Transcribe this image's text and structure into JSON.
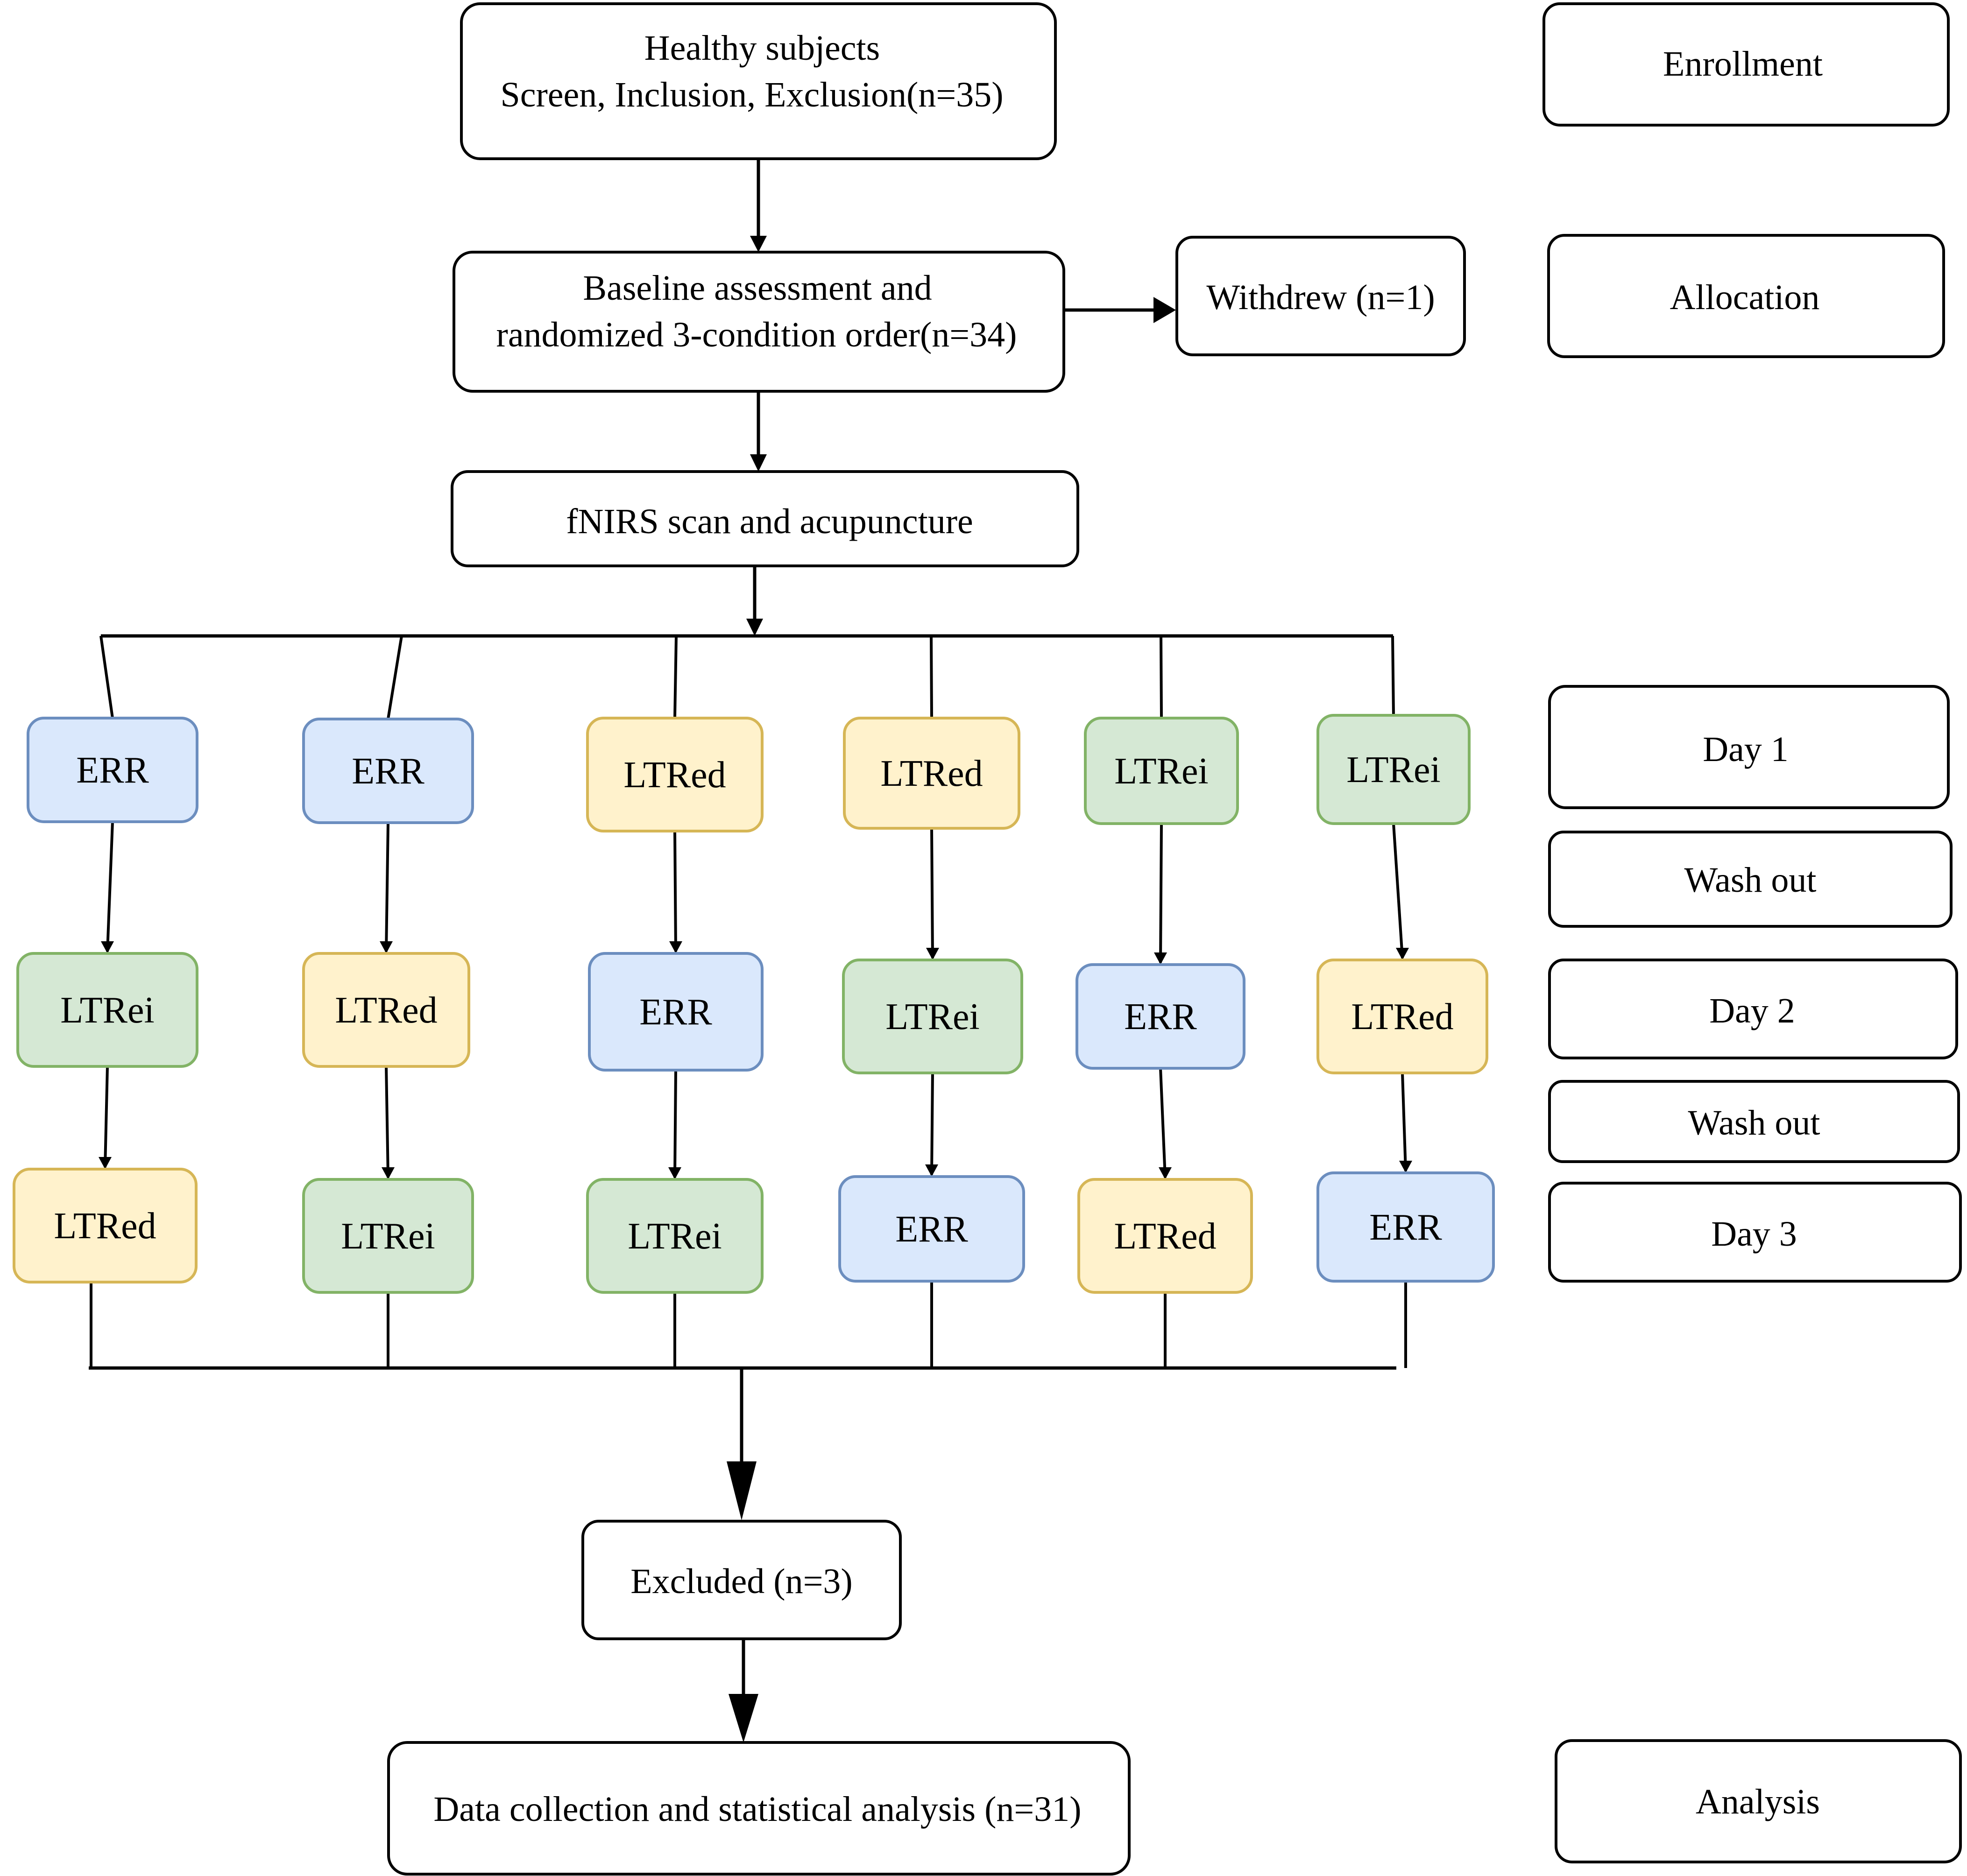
{
  "flow": {
    "enrollment_box": {
      "line1": "Healthy subjects",
      "line2": "Screen, Inclusion, Exclusion(n=35)"
    },
    "baseline_box": {
      "line1": "Baseline assessment and",
      "line2": "randomized 3-condition order(n=34)"
    },
    "withdrew_box": "Withdrew (n=1)",
    "scan_box": "fNIRS scan and acupuncture",
    "excluded_box": "Excluded (n=3)",
    "analysis_box": "Data collection and statistical analysis (n=31)"
  },
  "sequences": [
    [
      "ERR",
      "LTRei",
      "LTRed"
    ],
    [
      "ERR",
      "LTRed",
      "LTRei"
    ],
    [
      "LTRed",
      "ERR",
      "LTRei"
    ],
    [
      "LTRed",
      "LTRei",
      "ERR"
    ],
    [
      "LTRei",
      "ERR",
      "LTRed"
    ],
    [
      "LTRei",
      "LTRed",
      "ERR"
    ]
  ],
  "stages": {
    "enrollment": "Enrollment",
    "allocation": "Allocation",
    "day1": "Day 1",
    "washout1": "Wash out",
    "day2": "Day 2",
    "washout2": "Wash out",
    "day3": "Day 3",
    "analysis": "Analysis"
  },
  "colors": {
    "ERR": {
      "fill": "#dae8fc",
      "stroke": "#6c8ebf"
    },
    "LTRed": {
      "fill": "#fff2cc",
      "stroke": "#d6b656"
    },
    "LTRei": {
      "fill": "#d5e8d4",
      "stroke": "#82b366"
    },
    "line": "#000000"
  }
}
